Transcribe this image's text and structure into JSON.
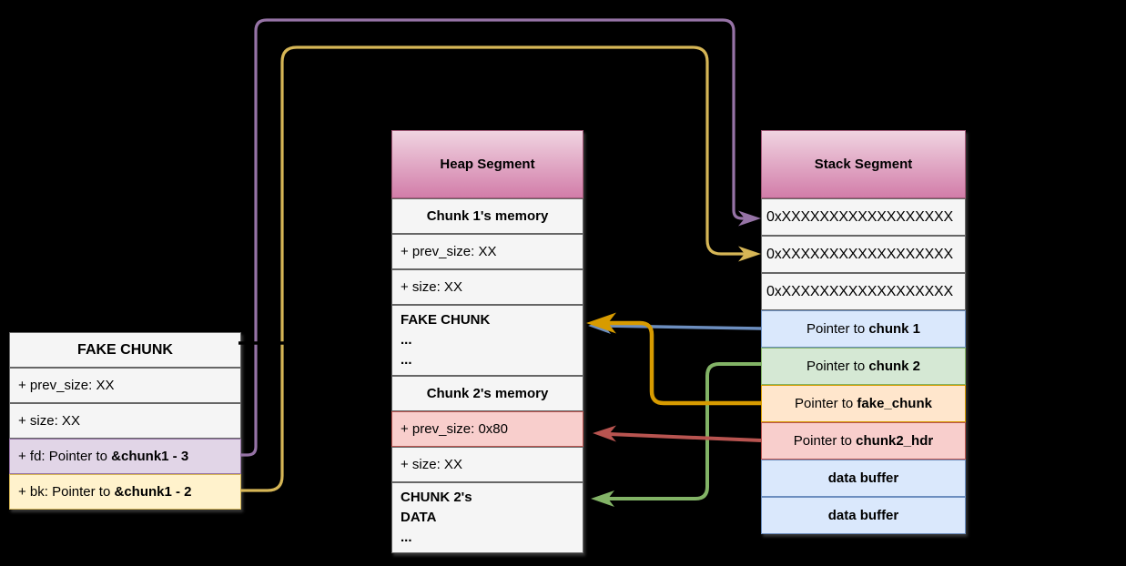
{
  "colors": {
    "background": "#000000",
    "arrow_purple": "#9673a6",
    "arrow_yellow": "#d6b656",
    "arrow_blue": "#6c8ebf",
    "arrow_green": "#82b366",
    "arrow_red": "#b85450",
    "arrow_orange": "#d79b00",
    "row_default_bg": "#f5f5f5",
    "row_purple_bg": "#e1d5e7",
    "row_yellow_bg": "#fff2cc",
    "row_blue_bg": "#dae8fc",
    "row_green_bg": "#d5e8d4",
    "row_orange_bg": "#ffe6cc",
    "row_red_bg": "#f8cecc",
    "segment_header_gradient_top": "#f0d4e1",
    "segment_header_gradient_bottom": "#d27da9"
  },
  "fake_chunk_table": {
    "title": "FAKE CHUNK",
    "rows": [
      {
        "text": "+ prev_size: XX"
      },
      {
        "text": "+ size: XX"
      },
      {
        "prefix": "+ fd: Pointer to ",
        "strong": "&chunk1 - 3"
      },
      {
        "prefix": "+ bk: Pointer to ",
        "strong": "&chunk1 - 2"
      }
    ]
  },
  "heap_table": {
    "title": "Heap Segment",
    "rows": [
      {
        "text": "Chunk 1's memory"
      },
      {
        "text": "+ prev_size: XX"
      },
      {
        "text": "+ size: XX"
      },
      {
        "lines": [
          "FAKE CHUNK",
          "...",
          "..."
        ]
      },
      {
        "text": "Chunk 2's memory"
      },
      {
        "text": "+ prev_size: 0x80"
      },
      {
        "text": "+ size: XX"
      },
      {
        "lines": [
          "CHUNK 2's",
          "DATA",
          "..."
        ]
      }
    ]
  },
  "stack_table": {
    "title": "Stack Segment",
    "rows": [
      {
        "text": "0xXXXXXXXXXXXXXXXXXX"
      },
      {
        "text": "0xXXXXXXXXXXXXXXXXXX"
      },
      {
        "text": "0xXXXXXXXXXXXXXXXXXX"
      },
      {
        "prefix": "Pointer to ",
        "strong": "chunk 1"
      },
      {
        "prefix": "Pointer to ",
        "strong": "chunk 2"
      },
      {
        "prefix": "Pointer to ",
        "strong": "fake_chunk"
      },
      {
        "prefix": "Pointer to ",
        "strong": "chunk2_hdr"
      },
      {
        "text": "data buffer"
      },
      {
        "text": "data buffer"
      }
    ]
  },
  "arrows": [
    {
      "name": "fd-pointer-arrow",
      "color": "#9673a6",
      "from": "fake-chunk-fd-row",
      "to": "stack-address-slot-1"
    },
    {
      "name": "bk-pointer-arrow",
      "color": "#d6b656",
      "from": "fake-chunk-bk-row",
      "to": "stack-address-slot-2"
    },
    {
      "name": "chunk1-pointer-arrow",
      "color": "#6c8ebf",
      "from": "stack-pointer-to-chunk1",
      "to": "heap-fake-chunk-region"
    },
    {
      "name": "chunk2-pointer-arrow",
      "color": "#82b366",
      "from": "stack-pointer-to-chunk2",
      "to": "heap-chunk2-data-region"
    },
    {
      "name": "fake-chunk-pointer-arrow",
      "color": "#d79b00",
      "from": "stack-pointer-to-fake-chunk",
      "to": "heap-fake-chunk-region"
    },
    {
      "name": "chunk2-hdr-pointer-arrow",
      "color": "#b85450",
      "from": "stack-pointer-to-chunk2-hdr",
      "to": "heap-prev-size-0x80-row"
    }
  ]
}
